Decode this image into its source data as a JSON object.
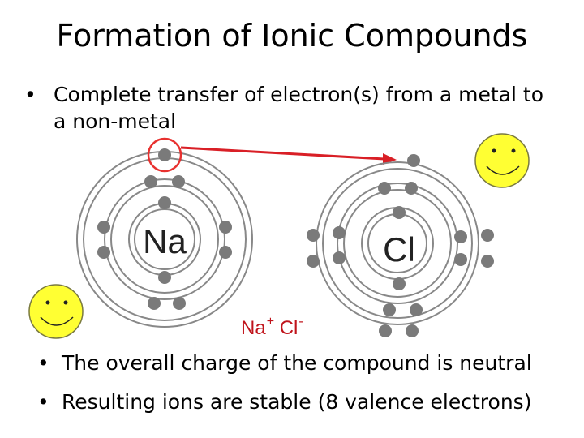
{
  "slide": {
    "title": "Formation of Ionic Compounds",
    "bullet_symbol": "•",
    "bullets": [
      "Complete transfer of electron(s) from a metal to a non-metal",
      "The overall charge of the compound is neutral",
      "Resulting ions are stable (8 valence electrons)"
    ]
  },
  "diagram": {
    "atoms": [
      {
        "symbol": "Na",
        "electron_shells": [
          2,
          8,
          1
        ]
      },
      {
        "symbol": "Cl",
        "electron_shells": [
          2,
          8,
          7
        ]
      }
    ],
    "transferred_electron": {
      "from": "Na",
      "to": "Cl",
      "highlight_color": "#e8312f"
    },
    "arrow_color": "#d91f26",
    "ion_label": {
      "na": "Na",
      "na_charge": "+",
      "cl": "Cl",
      "cl_charge": "-",
      "color": "#c0141c"
    },
    "electron_color": "#7a7a7a",
    "smiley_color": "#ffff33"
  }
}
